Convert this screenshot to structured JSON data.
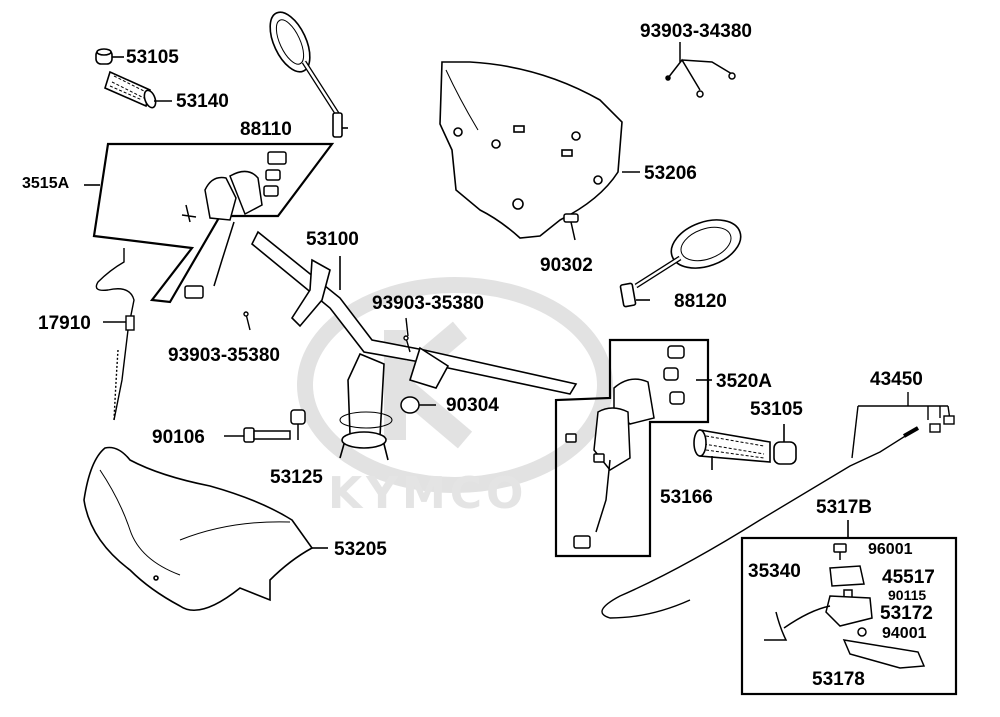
{
  "brand_watermark": "KYMCO",
  "colors": {
    "line": "#000000",
    "watermark": "#e2e2e2",
    "part_fill": "#ffffff"
  },
  "labels": {
    "p53105_top": "53105",
    "p53140": "53140",
    "p88110": "88110",
    "p3515A": "3515A",
    "p17910": "17910",
    "p53100": "53100",
    "p93903_35380_a": "93903-35380",
    "p93903_35380_b": "93903-35380",
    "p90304": "90304",
    "p90106": "90106",
    "p53125": "53125",
    "p53205": "53205",
    "p93903_34380": "93903-34380",
    "p53206": "53206",
    "p90302": "90302",
    "p88120": "88120",
    "p3520A": "3520A",
    "p53105_right": "53105",
    "p53166": "53166",
    "p43450": "43450",
    "p5317B": "5317B",
    "p96001": "96001",
    "p35340": "35340",
    "p45517": "45517",
    "p90115": "90115",
    "p53172": "53172",
    "p94001": "94001",
    "p53178": "53178"
  }
}
